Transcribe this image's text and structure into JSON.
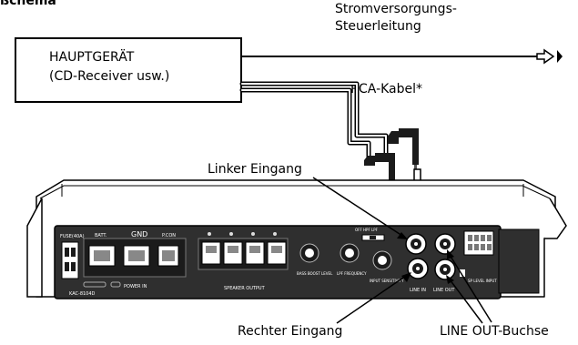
{
  "heading": "ßchema",
  "head_unit": {
    "line1": "HAUPTGERÄT",
    "line2": "(CD-Receiver usw.)"
  },
  "labels": {
    "power_control_line1": "Stromversorgungs-",
    "power_control_line2": "Steuerleitung",
    "rca_cable": "RCA-Kabel*",
    "left_input": "Linker Eingang",
    "right_input": "Rechter Eingang",
    "line_out_jack": "LINE OUT-Buchse"
  },
  "amp_panel": {
    "model": "KAC-8104D",
    "fuse": "FUSE(40A)",
    "batt": "BATT.",
    "gnd": "GND",
    "pcon": "P.CON",
    "power_in": "POWER IN",
    "speaker_output": "SPEAKER OUTPUT",
    "bass_boost": "BASS BOOST LEVEL",
    "lpf": "LPF FREQUENCY",
    "input_sensitivity": "INPUT SENSITIVITY",
    "line_in": "LINE IN",
    "line_out": "LINE OUT",
    "filter_switch": "OFF  HPF  LPF",
    "sp_level_input": "SP LEVEL INPUT"
  },
  "colors": {
    "line": "#000000",
    "panel": "#2f2f2f",
    "panel_dark": "#1b1b1b",
    "chassis": "#ffffff"
  }
}
